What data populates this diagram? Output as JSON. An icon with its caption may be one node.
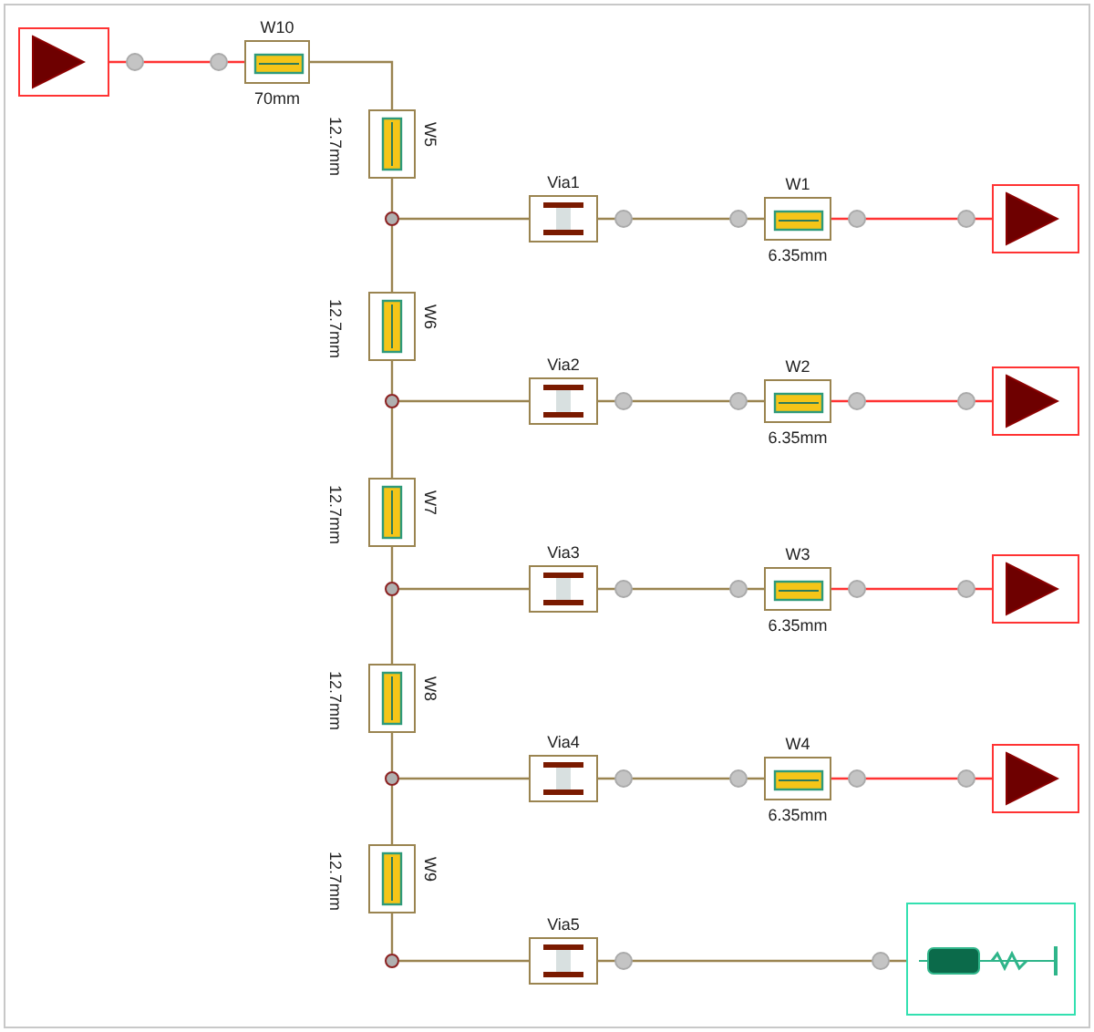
{
  "diagram": {
    "nodes": [
      {
        "text": [],
        "shape": "triangle"
      },
      {
        "text": [
          "W10"
        ],
        "beside": [
          "70mm"
        ]
      },
      {
        "text": [
          "W5"
        ],
        "beside": [
          "12.7mm"
        ]
      },
      {
        "text": [],
        "shape": "circle"
      },
      {
        "text": [
          "Via1"
        ]
      },
      {
        "text": [
          "W1"
        ],
        "beside": [
          "6.35mm"
        ]
      },
      {
        "text": [],
        "shape": "triangle"
      },
      {
        "text": [
          "W6"
        ],
        "beside": [
          "12.7mm"
        ]
      },
      {
        "text": [],
        "shape": "circle"
      },
      {
        "text": [
          "Via2"
        ]
      },
      {
        "text": [
          "W2"
        ],
        "beside": [
          "6.35mm"
        ]
      },
      {
        "text": [],
        "shape": "triangle"
      },
      {
        "text": [
          "W7"
        ],
        "beside": [
          "12.7mm"
        ]
      },
      {
        "text": [],
        "shape": "circle"
      },
      {
        "text": [
          "Via3"
        ]
      },
      {
        "text": [
          "W3"
        ],
        "beside": [
          "6.35mm"
        ]
      },
      {
        "text": [],
        "shape": "triangle"
      },
      {
        "text": [
          "W8"
        ],
        "beside": [
          "12.7mm"
        ]
      },
      {
        "text": [],
        "shape": "circle"
      },
      {
        "text": [
          "Via4"
        ]
      },
      {
        "text": [
          "W4"
        ],
        "beside": [
          "6.35mm"
        ]
      },
      {
        "text": [],
        "shape": "triangle"
      },
      {
        "text": [
          "W9"
        ],
        "beside": [
          "12.7mm"
        ]
      },
      {
        "text": [],
        "shape": "circle"
      },
      {
        "text": [
          "Via5"
        ]
      },
      {
        "text": [],
        "shape": "box"
      }
    ],
    "edges": [
      {
        "from": 0,
        "to": 1,
        "arrow": "none",
        "color": "#ff3333"
      },
      {
        "from": 1,
        "to": 2,
        "arrow": "none"
      },
      {
        "from": 2,
        "to": 3,
        "arrow": "none"
      },
      {
        "from": 3,
        "to": 4,
        "arrow": "none"
      },
      {
        "from": 4,
        "to": 5,
        "arrow": "none"
      },
      {
        "from": 5,
        "to": 6,
        "arrow": "none",
        "color": "#ff3333"
      },
      {
        "from": 3,
        "to": 7,
        "arrow": "none"
      },
      {
        "from": 7,
        "to": 8,
        "arrow": "none"
      },
      {
        "from": 8,
        "to": 9,
        "arrow": "none"
      },
      {
        "from": 9,
        "to": 10,
        "arrow": "none"
      },
      {
        "from": 10,
        "to": 11,
        "arrow": "none",
        "color": "#ff3333"
      },
      {
        "from": 8,
        "to": 12,
        "arrow": "none"
      },
      {
        "from": 12,
        "to": 13,
        "arrow": "none"
      },
      {
        "from": 13,
        "to": 14,
        "arrow": "none"
      },
      {
        "from": 14,
        "to": 15,
        "arrow": "none"
      },
      {
        "from": 15,
        "to": 16,
        "arrow": "none",
        "color": "#ff3333"
      },
      {
        "from": 13,
        "to": 17,
        "arrow": "none"
      },
      {
        "from": 17,
        "to": 18,
        "arrow": "none"
      },
      {
        "from": 18,
        "to": 19,
        "arrow": "none"
      },
      {
        "from": 19,
        "to": 20,
        "arrow": "none"
      },
      {
        "from": 20,
        "to": 21,
        "arrow": "none",
        "color": "#ff3333"
      },
      {
        "from": 18,
        "to": 22,
        "arrow": "none"
      },
      {
        "from": 22,
        "to": 23,
        "arrow": "none"
      },
      {
        "from": 23,
        "to": 24,
        "arrow": "none"
      },
      {
        "from": 24,
        "to": 25,
        "arrow": "none"
      }
    ]
  }
}
